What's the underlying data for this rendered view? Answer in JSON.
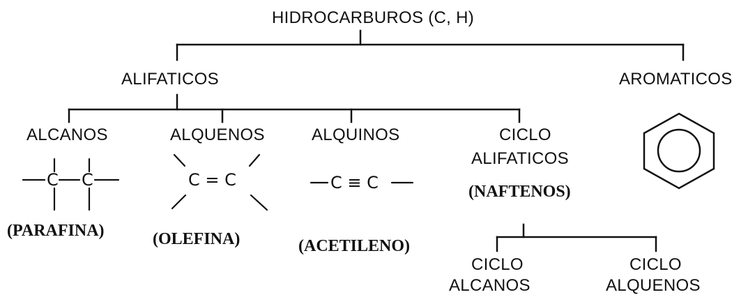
{
  "root": {
    "label": "HIDROCARBUROS (C, H)"
  },
  "aliphatic": {
    "label": "ALIFATICOS",
    "children": [
      {
        "label": "ALCANOS",
        "common_name": "(PARAFINA)"
      },
      {
        "label": "ALQUENOS",
        "common_name": "(OLEFINA)",
        "bond": "C = C"
      },
      {
        "label": "ALQUINOS",
        "common_name": "(ACETILENO)",
        "bond": "C ≡ C"
      },
      {
        "label_line1": "CICLO",
        "label_line2": "ALIFATICOS",
        "common_name": "(NAFTENOS)",
        "children": [
          {
            "line1": "CICLO",
            "line2": "ALCANOS"
          },
          {
            "line1": "CICLO",
            "line2": "ALQUENOS"
          }
        ]
      }
    ]
  },
  "aromatic": {
    "label": "AROMATICOS",
    "icon": "benzene-ring-icon"
  },
  "atoms": {
    "carbon": "C"
  }
}
